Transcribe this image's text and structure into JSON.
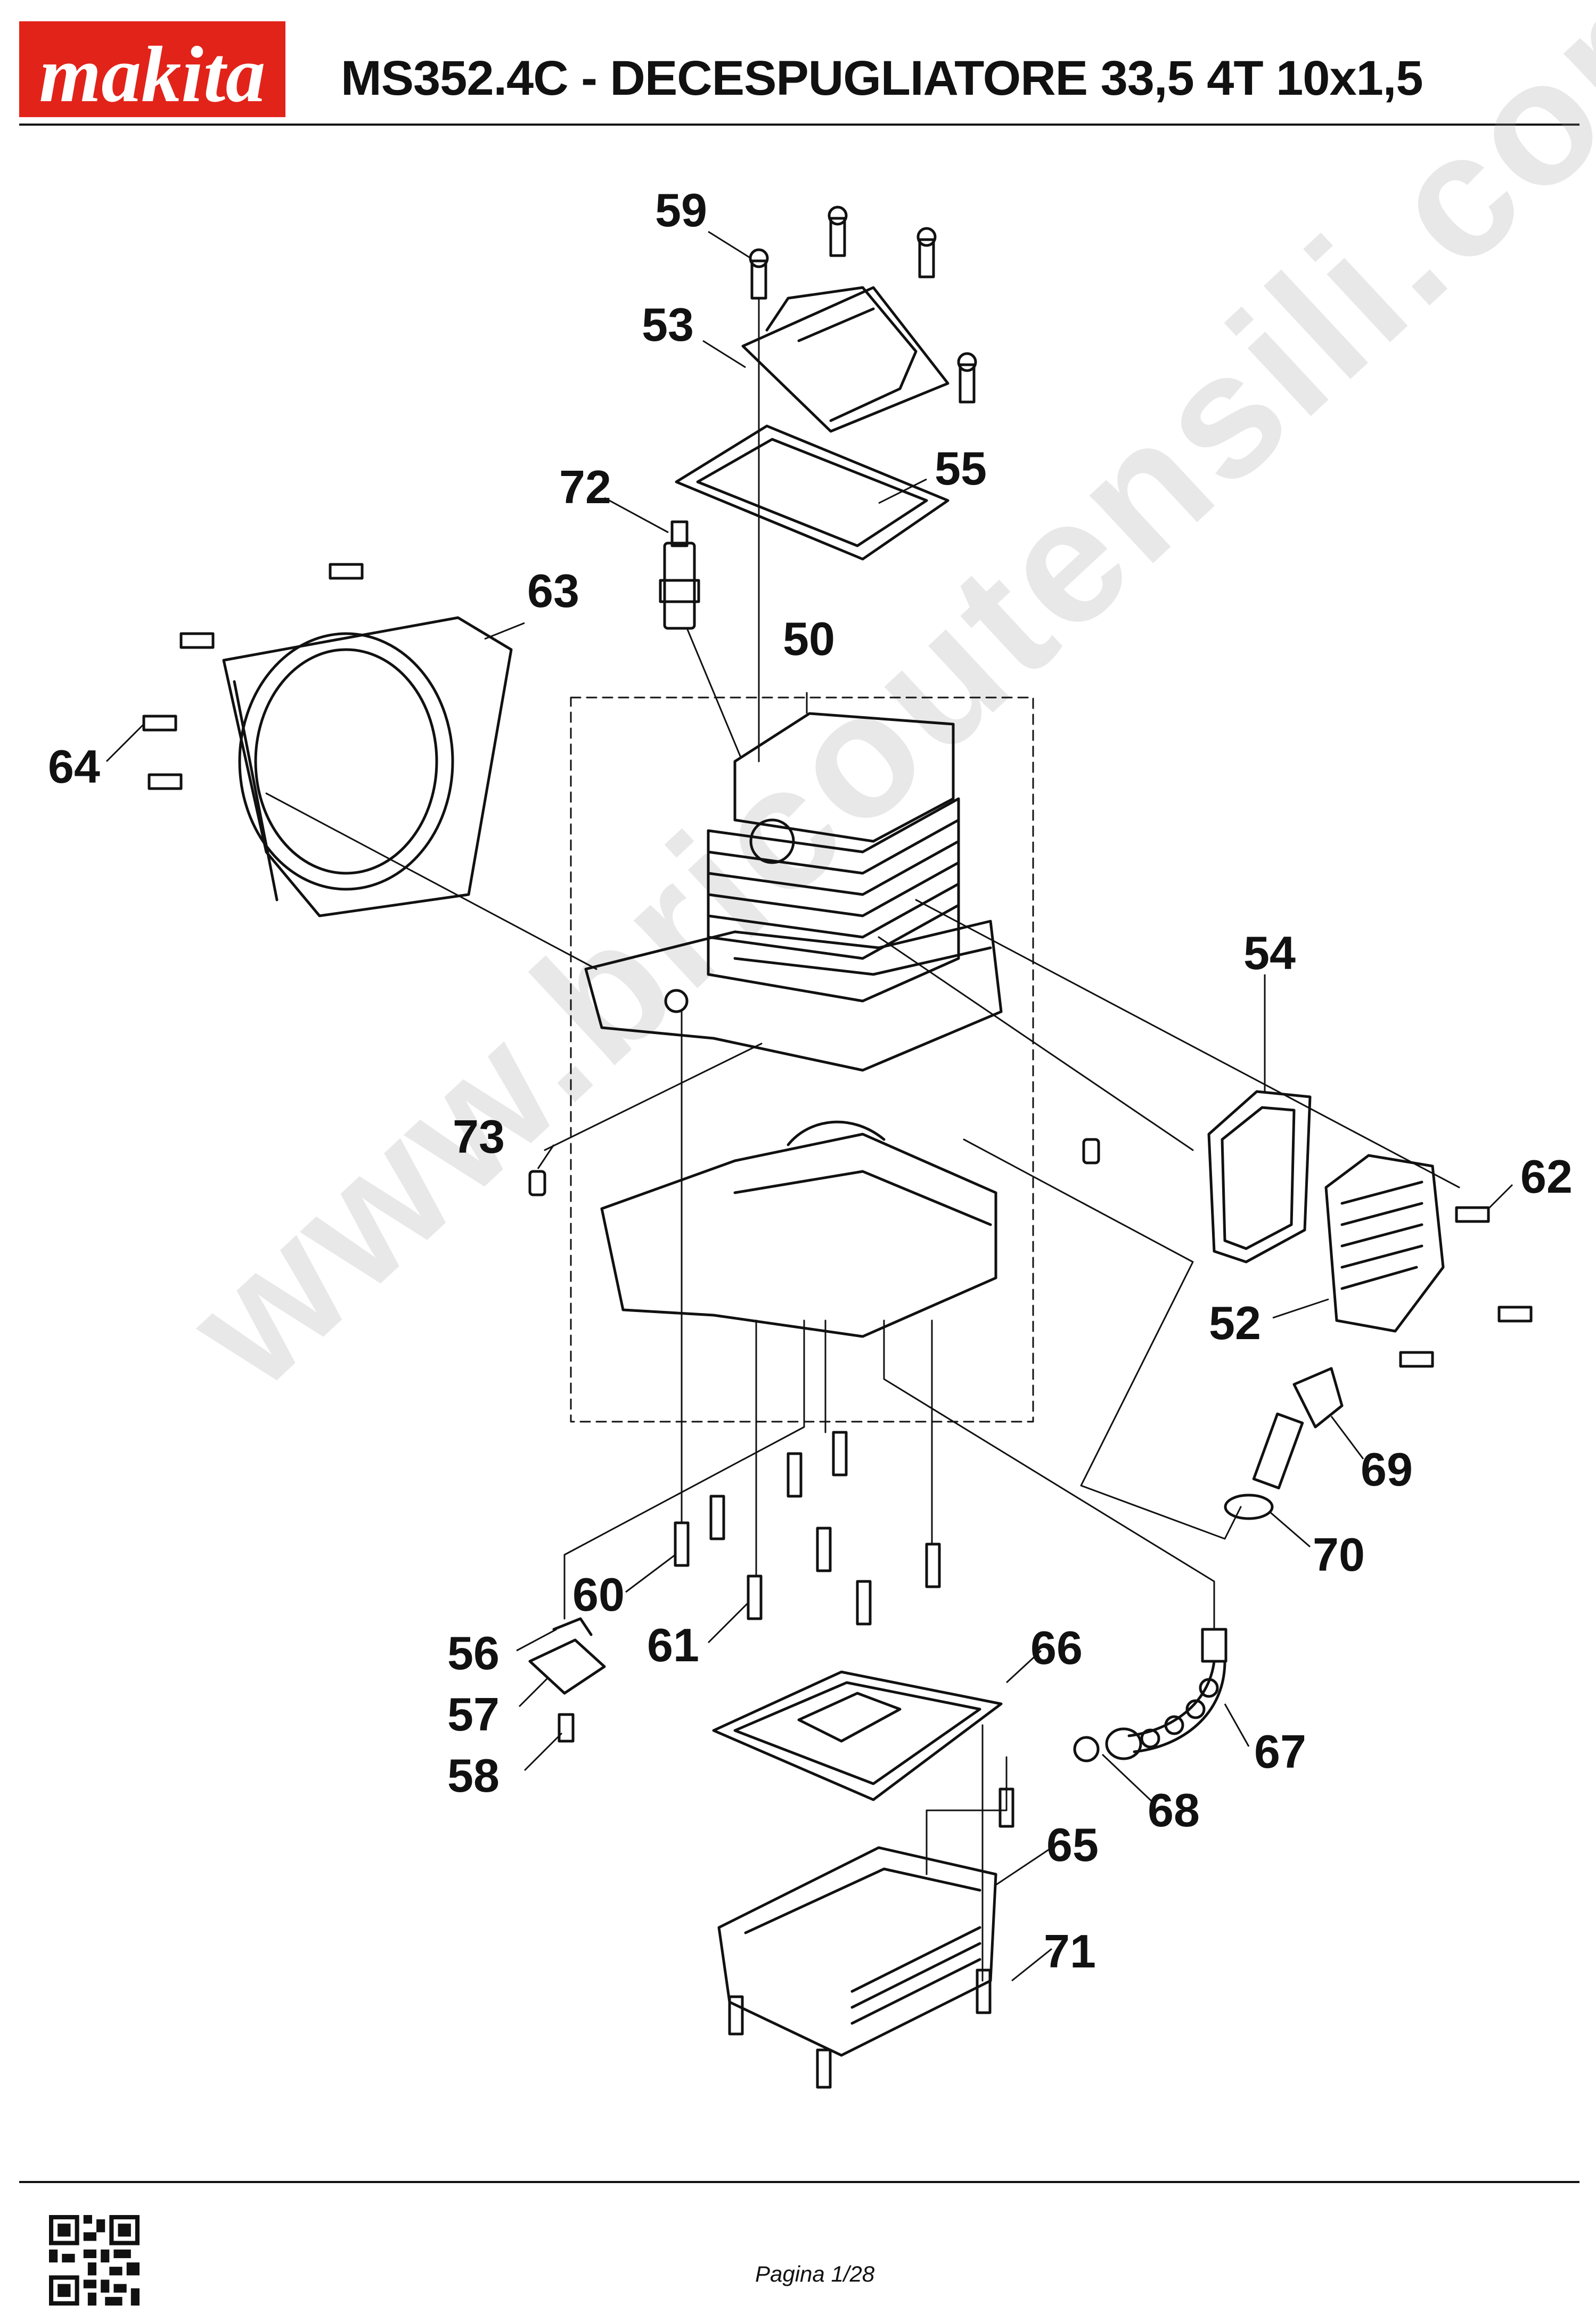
{
  "header": {
    "brand": "makita",
    "title": "MS352.4C - DECESPUGLIATORE 33,5 4T 10x1,5",
    "brand_color": "#e2231a"
  },
  "watermark": "www.bricoutensili.com",
  "parts": {
    "p50": "50",
    "p52": "52",
    "p53": "53",
    "p54": "54",
    "p55": "55",
    "p56": "56",
    "p57": "57",
    "p58": "58",
    "p59": "59",
    "p60": "60",
    "p61": "61",
    "p62": "62",
    "p63": "63",
    "p64": "64",
    "p65": "65",
    "p66": "66",
    "p67": "67",
    "p68": "68",
    "p69": "69",
    "p70": "70",
    "p71": "71",
    "p72": "72",
    "p73": "73"
  },
  "footer": {
    "page": "Pagina 1/28",
    "qr_icon": "qr-code-icon"
  }
}
